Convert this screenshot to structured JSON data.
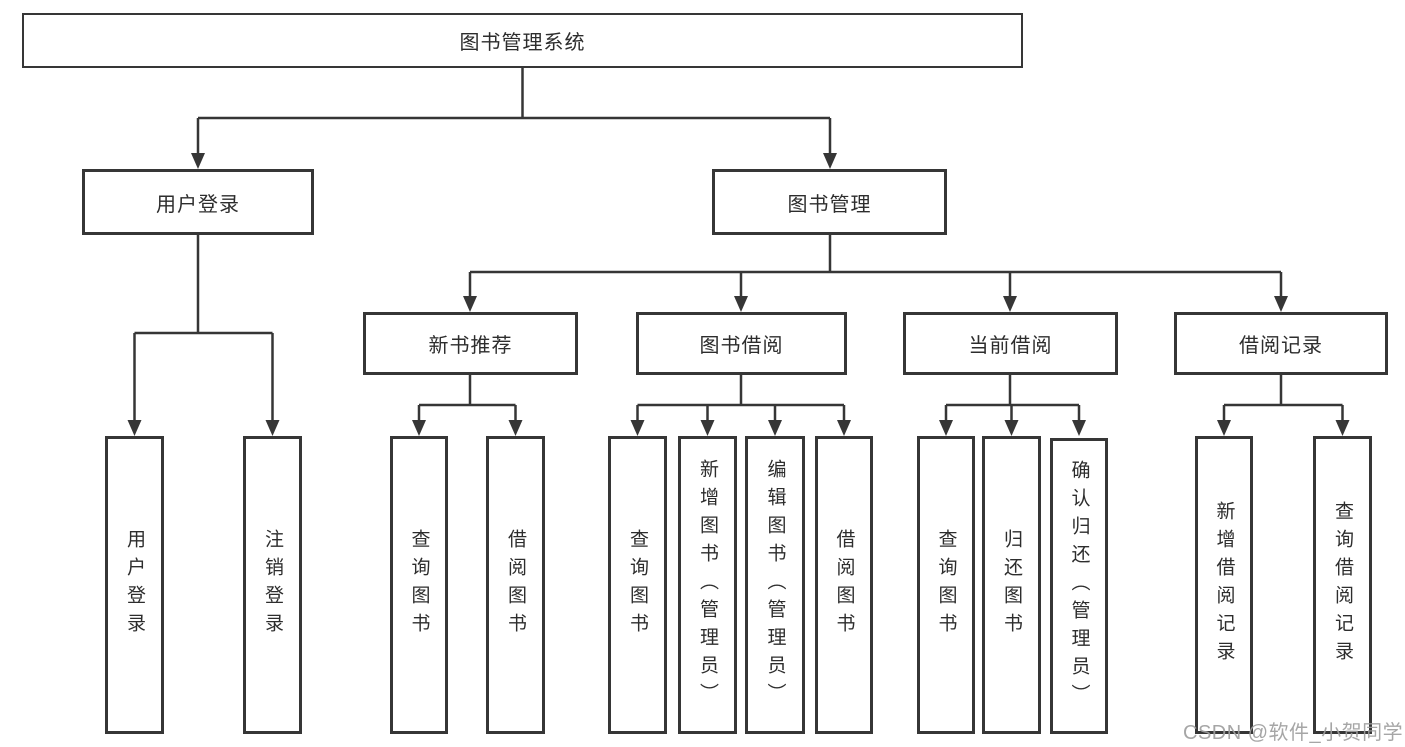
{
  "diagram": {
    "title": "图书管理系统",
    "branches": [
      {
        "label": "用户登录",
        "children": [
          {
            "label": "用户登录"
          },
          {
            "label": "注销登录"
          }
        ]
      },
      {
        "label": "图书管理",
        "children": [
          {
            "label": "新书推荐",
            "children": [
              {
                "label": "查询图书"
              },
              {
                "label": "借阅图书"
              }
            ]
          },
          {
            "label": "图书借阅",
            "children": [
              {
                "label": "查询图书"
              },
              {
                "label": "新增图书（管理员）"
              },
              {
                "label": "编辑图书（管理员）"
              },
              {
                "label": "借阅图书"
              }
            ]
          },
          {
            "label": "当前借阅",
            "children": [
              {
                "label": "查询图书"
              },
              {
                "label": "归还图书"
              },
              {
                "label": "确认归还（管理员）"
              }
            ]
          },
          {
            "label": "借阅记录",
            "children": [
              {
                "label": "新增借阅记录"
              },
              {
                "label": "查询借阅记录"
              }
            ]
          }
        ]
      }
    ]
  },
  "watermark": {
    "text": "CSDN @软件_小贺同学"
  },
  "colors": {
    "line": "#363636",
    "text": "#2d2d2d",
    "background": "#ffffff",
    "watermark": "#9e9e9e"
  }
}
